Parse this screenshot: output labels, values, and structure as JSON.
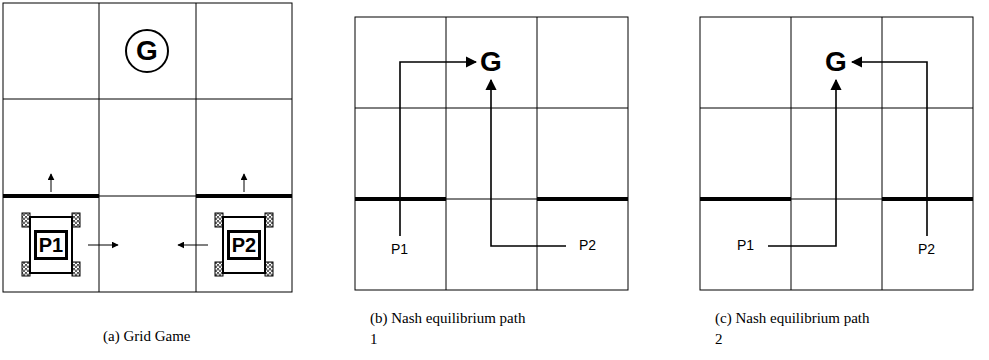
{
  "diagram": {
    "nodes": [
      {
        "text": [
          "G"
        ]
      },
      {
        "text": [
          "P1"
        ]
      },
      {
        "text": [
          "P2"
        ]
      }
    ],
    "labels": [
      "(a) Grid Game",
      "G",
      "P1",
      "P2",
      "(b) Nash equilibrium path 1",
      "G",
      "P1",
      "P2",
      "(c) Nash equilibrium path 2"
    ]
  }
}
